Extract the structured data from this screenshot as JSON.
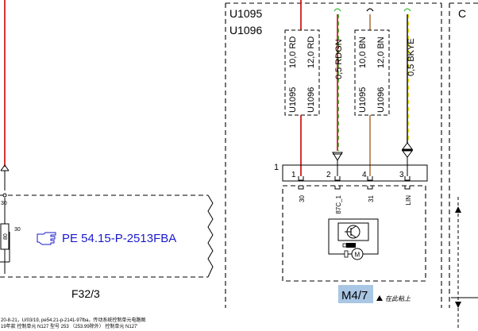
{
  "header": {
    "variant_a": "U1095",
    "variant_b": "U1096",
    "right_box_letter": "C"
  },
  "wires": [
    {
      "label_a": "10,0 RD",
      "label_b": "12,0 RD",
      "code_a": "U1095",
      "code_b": "U1096",
      "color": "#cc0000"
    },
    {
      "label_a": "0,5 RDGN",
      "color": "#cc0000",
      "stripe": "#33bb33"
    },
    {
      "label_a": "10,0 BN",
      "label_b": "12,0 BN",
      "code_a": "U1095",
      "code_b": "U1096",
      "color": "#b07840"
    },
    {
      "label_a": "0,5 BKYE",
      "color": "#222222",
      "stripe": "#e8e000"
    }
  ],
  "connector": {
    "number": "1",
    "pins": [
      {
        "num": "1",
        "terminal": "30"
      },
      {
        "num": "2",
        "terminal": "87C_1"
      },
      {
        "num": "4",
        "terminal": "31"
      },
      {
        "num": "3",
        "terminal": "LIN"
      }
    ]
  },
  "component": {
    "id": "M4/7",
    "note": "在此粘上"
  },
  "left_block": {
    "pin_top": "30",
    "fuse": "80",
    "pin_right": "30",
    "ref": "PE 54.15-P-2513FBA",
    "ref_color": "#1a1acc",
    "fuse_id": "F32/3"
  },
  "footer": {
    "line1": "20-8-21，U/03/19, pe54.21-p-2141-97fba，传动系统控制单元电路图",
    "line2": "19年款 控制单元 N127 型号 253 （253.99除外） 控制单元 N127'"
  }
}
